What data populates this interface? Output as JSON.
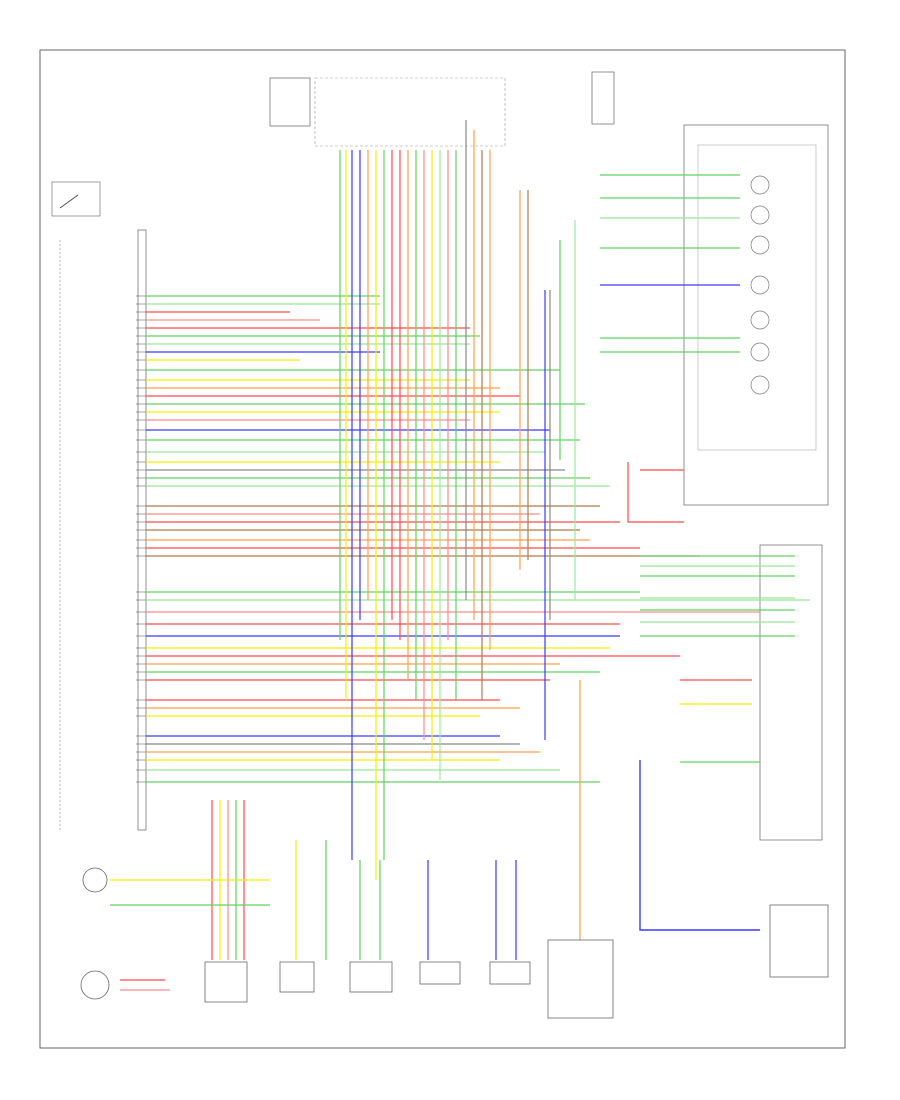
{
  "diagram": {
    "footer_code": "",
    "colors": {
      "green": "#5fd35f",
      "lightgreen": "#9be89b",
      "red": "#ff4a4a",
      "pink": "#ff8a8a",
      "blue": "#3a3aff",
      "yellow": "#f4f000",
      "orange": "#ffa14a",
      "brown": "#b27a4a",
      "gray": "#888888",
      "black": "#222222"
    },
    "wire_colors": [
      "green",
      "red",
      "blue",
      "yellow",
      "orange",
      "brown",
      "lightgreen",
      "pink",
      "gray",
      "black"
    ],
    "icons": [
      "ground-icon",
      "fuse-icon",
      "switch-icon",
      "sensor-icon",
      "solenoid-icon",
      "connector-icon"
    ]
  }
}
